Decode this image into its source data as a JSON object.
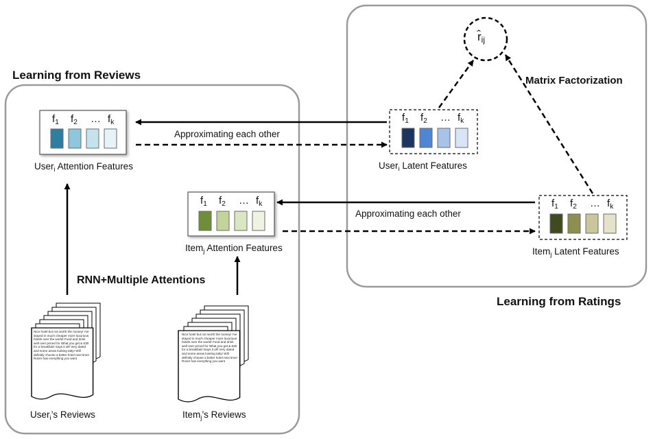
{
  "headings": {
    "reviews": "Learning from Reviews",
    "ratings": "Learning from Ratings",
    "matrix_factorization": "Matrix Factorization",
    "rnn": "RNN+Multiple Attentions"
  },
  "rating_node": {
    "symbol": "r̂",
    "sub": "ij"
  },
  "feature_labels": {
    "f": "f",
    "sub1": "1",
    "sub2": "2",
    "dots": "…",
    "subk": "k"
  },
  "approx_label": "Approximating each other",
  "user_attention": {
    "prefix": "User",
    "sub": "i",
    "suffix": " Attention Features",
    "colors": [
      "#2e7f9f",
      "#8ec6dc",
      "#c4e3ef",
      "#e6f3f8"
    ]
  },
  "item_attention": {
    "prefix": "Item",
    "sub": "j",
    "suffix": " Attention Features",
    "colors": [
      "#6e8f3a",
      "#c2d49a",
      "#dbe6c2",
      "#eef3e2"
    ]
  },
  "user_latent": {
    "prefix": "User",
    "sub": "i",
    "suffix": " Latent Features",
    "colors": [
      "#1b3560",
      "#4f86d4",
      "#a8c3ea",
      "#d8e5f6"
    ]
  },
  "item_latent": {
    "prefix": "Item",
    "sub": "j",
    "suffix": " Latent Features",
    "colors": [
      "#3f4a1f",
      "#8c8f4e",
      "#c9c69b",
      "#e4e2c9"
    ]
  },
  "user_reviews": {
    "prefix": "User",
    "sub": "i",
    "suffix": "’s Reviews"
  },
  "item_reviews": {
    "prefix": "Item",
    "sub": "j",
    "suffix": "’s Reviews"
  },
  "review_text_user": "Nice hotel but not worth the money! I've stayed in much cheaper more luxurious hotels over the world! Food and drink well over priced for What you get & €30 for a breakfast! Says it all! Very dated and some areas looking tatty! Will definitly choose a better hotel next time! Room has everything you want",
  "review_text_item": "Nice hotel but not worth the money! I've stayed in much cheaper more luxurious hotels over the world! Food and drink well over priced for What you get & €30 for a breakfast! Days it all! Very dated and some areas looking tatty! Will definitly choose a better hotel next time! Room has everything you want"
}
